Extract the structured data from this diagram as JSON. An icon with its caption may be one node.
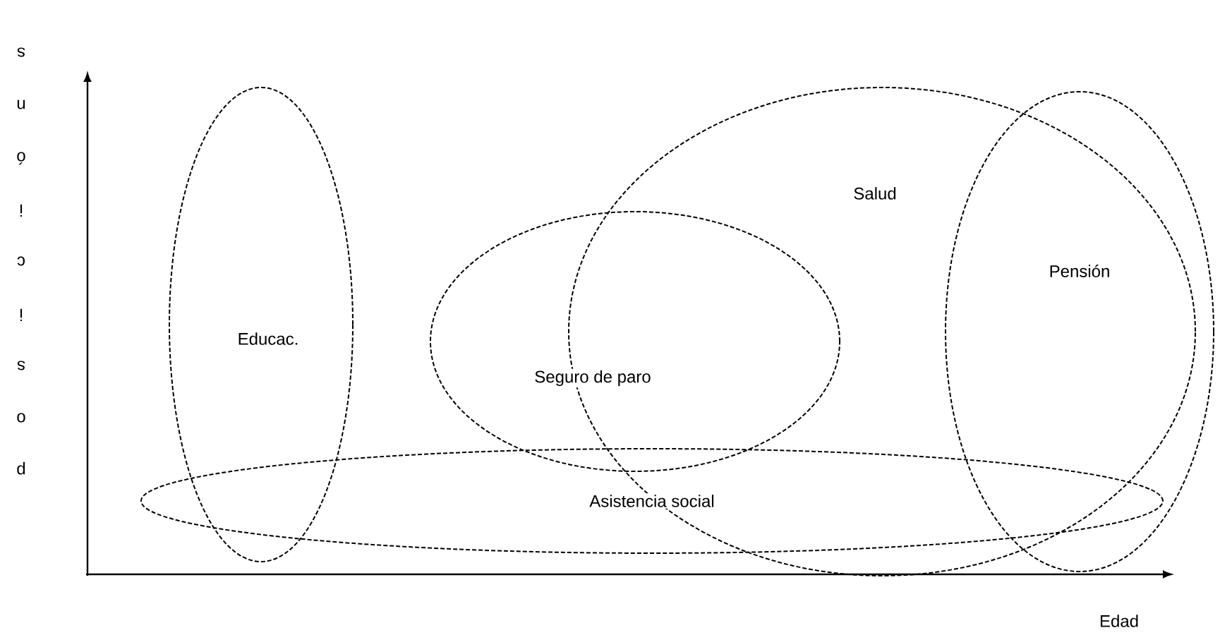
{
  "diagram": {
    "nodes": [
      {
        "text": [
          "Educac."
        ]
      },
      {
        "text": [
          "Salud"
        ]
      },
      {
        "text": [
          "Seguro de paro"
        ]
      },
      {
        "text": [
          "Pensión"
        ]
      },
      {
        "text": [
          "Asistencia social"
        ]
      }
    ],
    "labels": [
      "posicións",
      "Edad"
    ]
  }
}
